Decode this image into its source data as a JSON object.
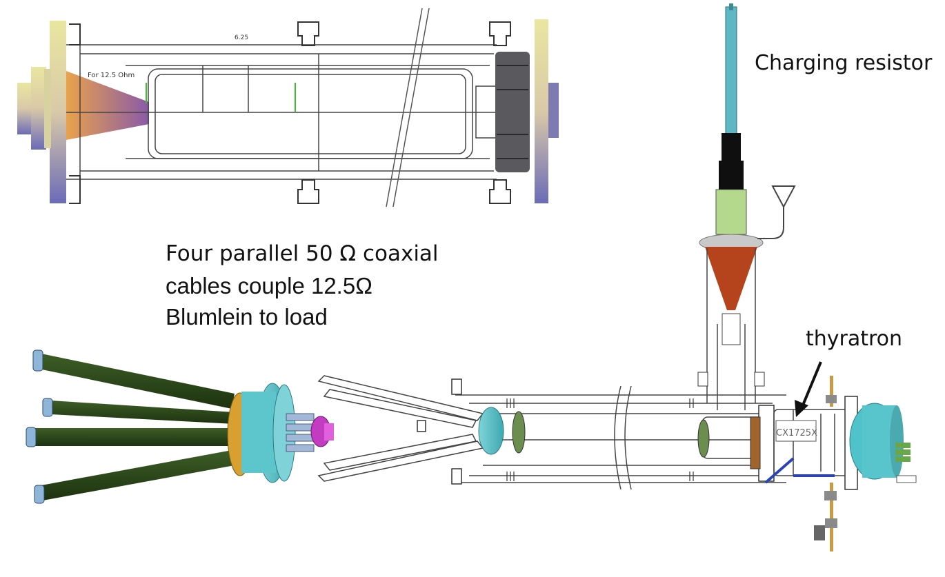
{
  "labels": {
    "charging_resistor": "Charging resistor",
    "thyratron": "thyratron",
    "description_line1": "Four parallel 50 Ω coaxial",
    "description_line2": "cables couple 12.5Ω",
    "description_line3": "Blumlein to load"
  },
  "drawing": {
    "dimension_top": "6.25",
    "impedance_note": "For 12.5 Ohm",
    "tube_marking": "CX1725X"
  },
  "colors": {
    "cable": "#2e4a1c",
    "cable_end": "#8fb6d9",
    "flange": "#4fc3c9",
    "connector": "#c23bc0",
    "cone_top": "#d88a45",
    "cone_resistor": "#b5431b",
    "resistor_rod": "#5db7c4",
    "resistor_sleeve": "#b5d98c",
    "arrow": "#111111"
  }
}
